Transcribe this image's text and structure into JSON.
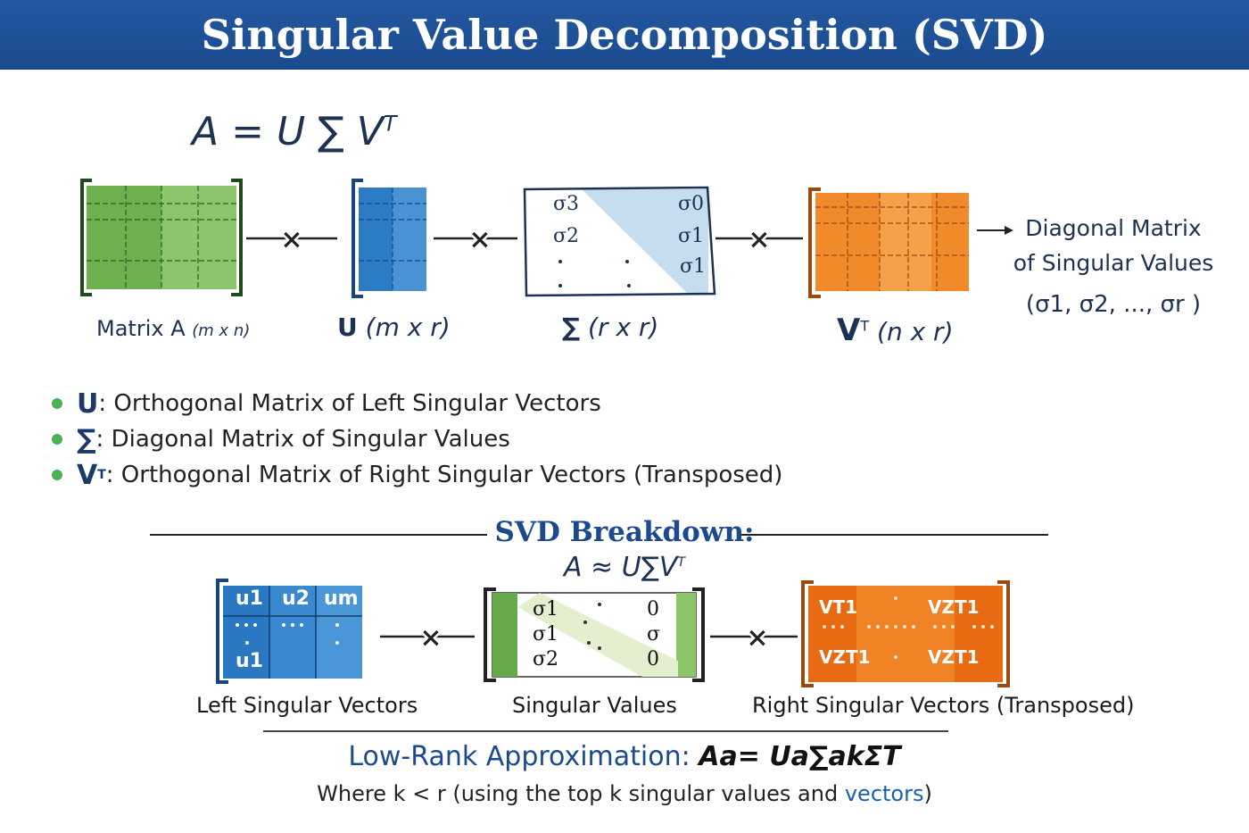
{
  "title": "Singular Value Decomposition (SVD)",
  "main_equation": {
    "lhs": "A = U ",
    "sigma": "∑",
    "v": " V",
    "sup": "T"
  },
  "top_matrices": {
    "a_label": "Matrix A",
    "a_dims": "(m x n)",
    "u_label": "U",
    "u_dims": "(m x r)",
    "sigma_label": "∑",
    "sigma_dims": "(r x r)",
    "vt_label": "V",
    "vt_sup": "T",
    "vt_dims": "(n x r)",
    "sigma_left": [
      "σ3",
      "σ2"
    ],
    "sigma_right": [
      "σ0",
      "σ1",
      "σ1"
    ]
  },
  "side_note": {
    "line1": "Diagonal Matrix",
    "line2": "of Singular Values",
    "line3": "(σ1, σ2, ..., σr )"
  },
  "bullets": [
    {
      "symbol": "U",
      "sup": "",
      "text": ": Orthogonal Matrix of Left Singular Vectors"
    },
    {
      "symbol": "∑",
      "sup": "",
      "text": ": Diagonal Matrix of Singular Values"
    },
    {
      "symbol": "V",
      "sup": "T",
      "text": ": Orthogonal Matrix of Right Singular Vectors (Transposed)"
    }
  ],
  "breakdown": {
    "title": "SVD Breakdown:",
    "equation": "A ≈ U∑V",
    "equation_sup": "T",
    "left_label": "Left Singular Vectors",
    "middle_label": "Singular Values",
    "right_label": "Right Singular Vectors (Transposed)",
    "left_cols": [
      "u1",
      "u2",
      "um"
    ],
    "left_bottom": "u1",
    "middle_left": [
      "σ1",
      "σ1",
      "σ2"
    ],
    "middle_right": [
      "0",
      "σ",
      "0"
    ],
    "right_cells": [
      "VT1",
      "VZT1",
      "VZT1",
      "VZT1"
    ]
  },
  "low_rank": {
    "heading": "Low-Rank Approximation: ",
    "formula": "Aa= Ua∑akΣT",
    "note_a": "Where k < r (using the top k singular values and ",
    "note_hl": "vectors",
    "note_b": ")"
  },
  "colors": {
    "banner": "#1f4f95",
    "green": "#5aa844",
    "blue": "#2a78c2",
    "orange": "#f07d1e",
    "bullet": "#4caf50"
  }
}
